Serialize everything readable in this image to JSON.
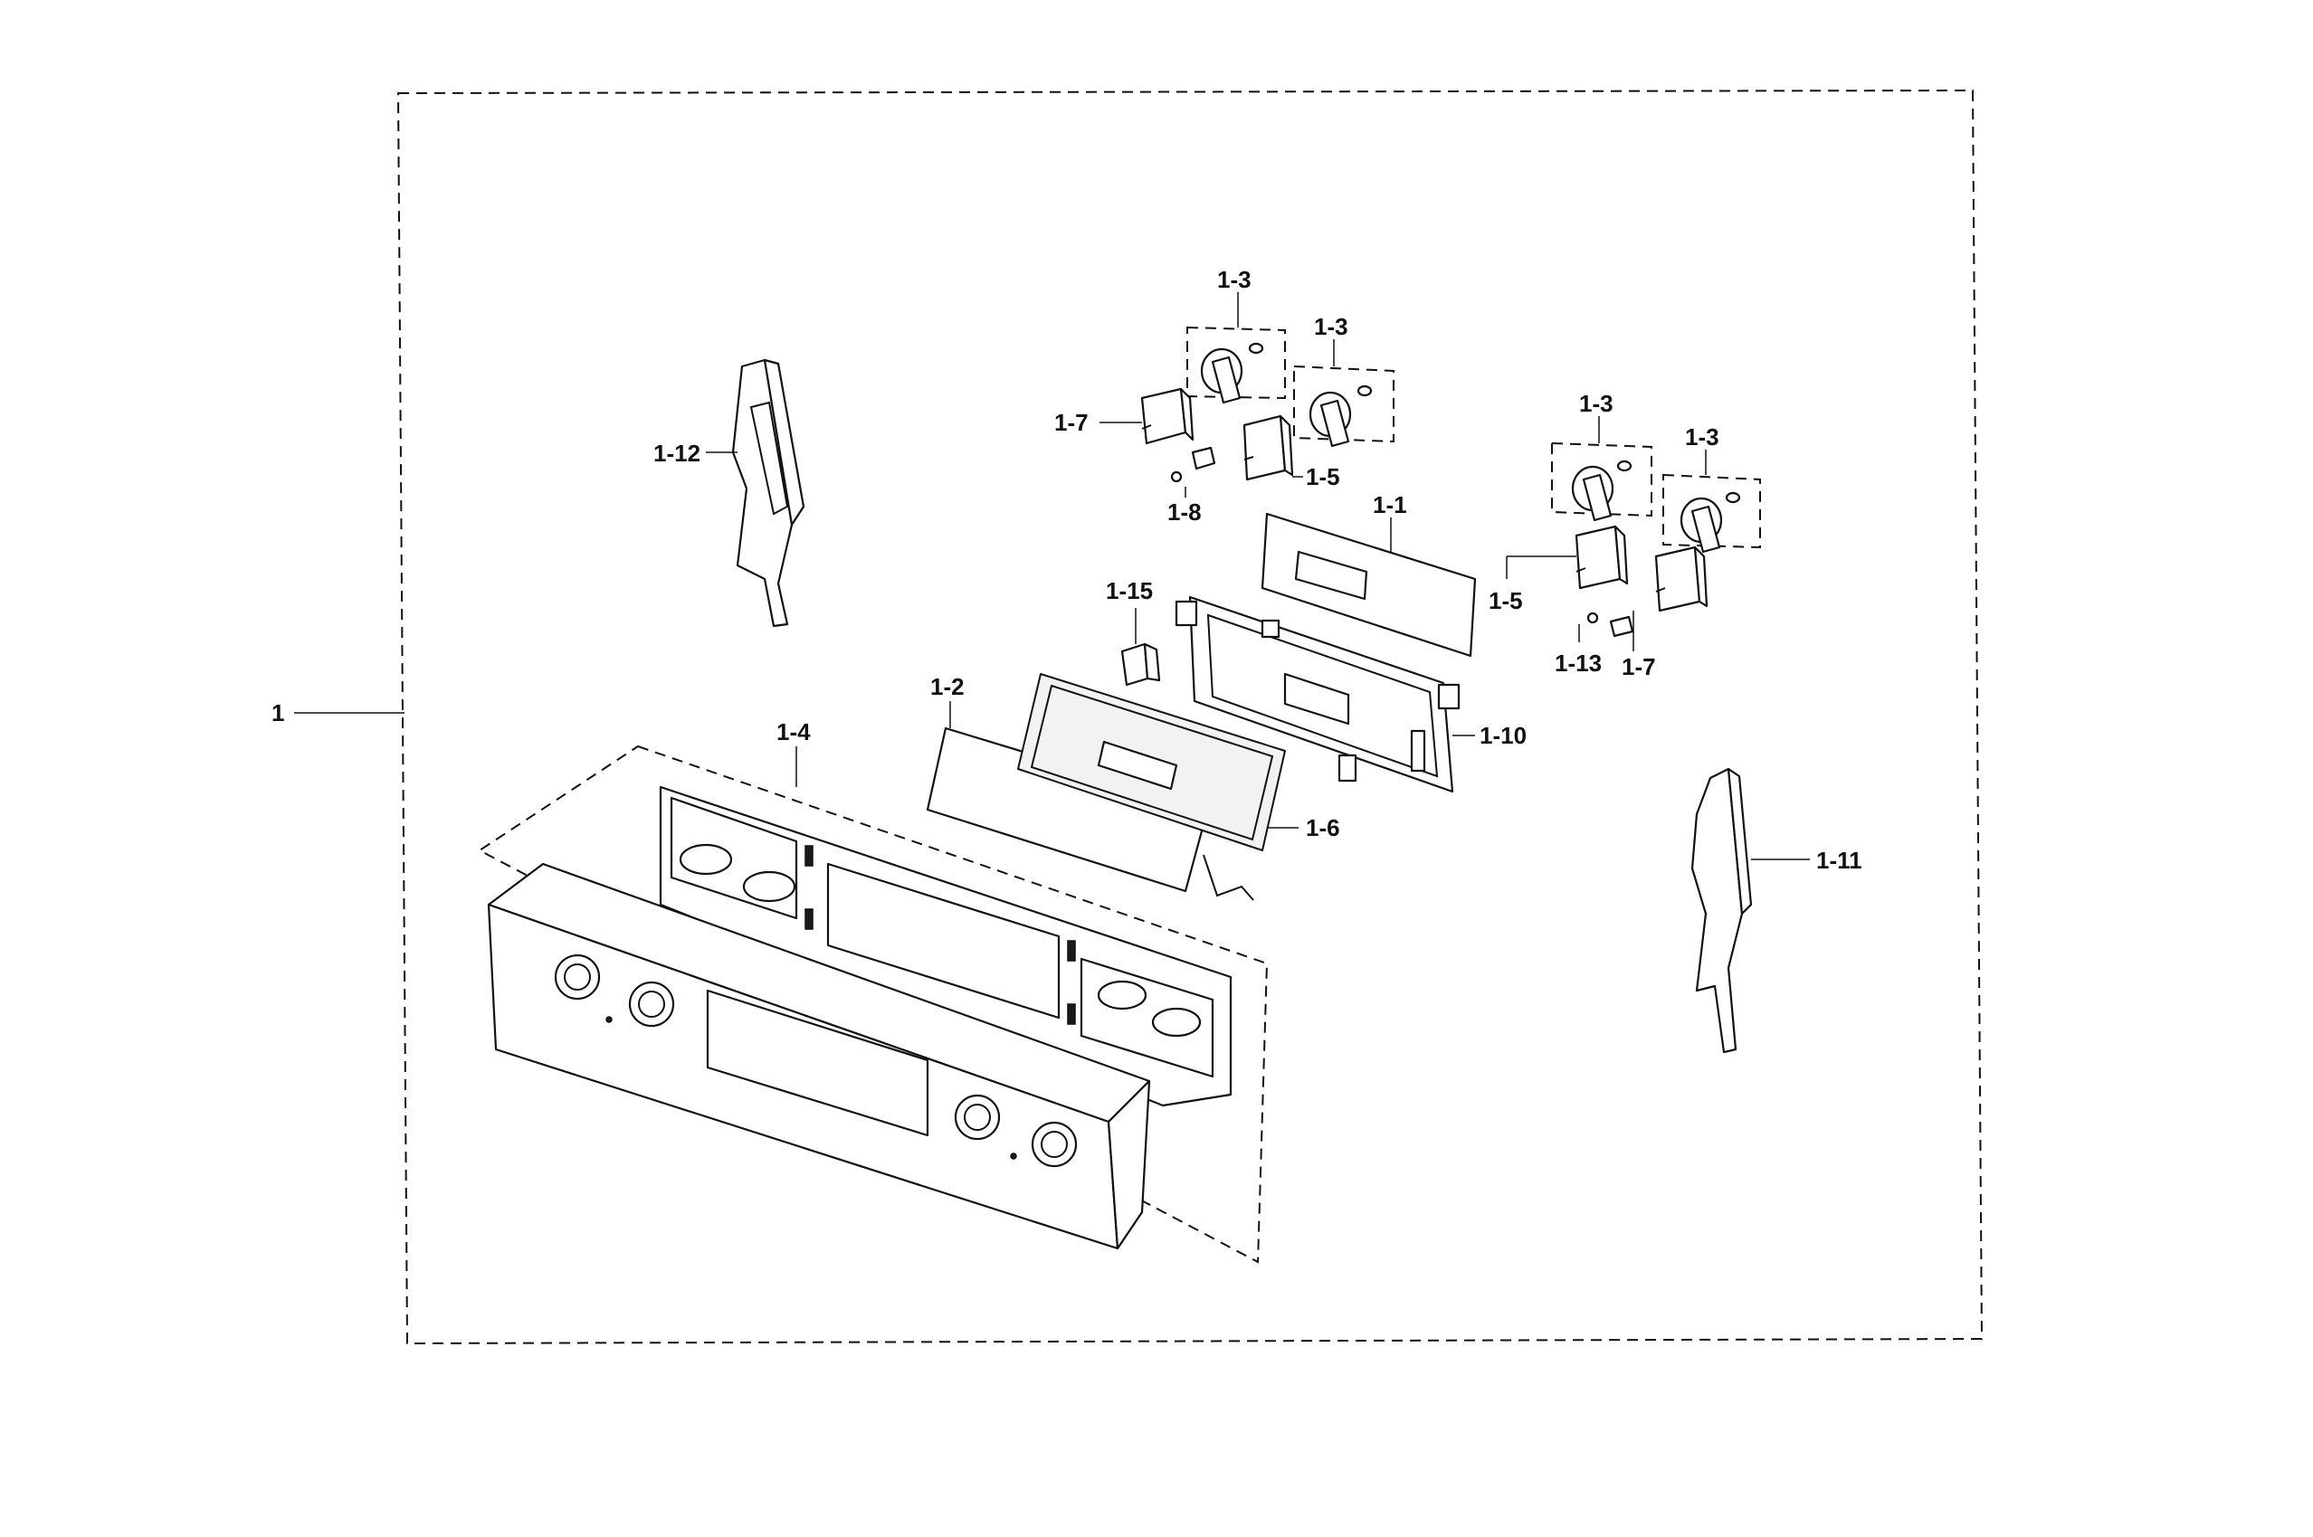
{
  "diagram": {
    "callouts": {
      "c1": "1",
      "c1_1": "1-1",
      "c1_2": "1-2",
      "c1_3_a": "1-3",
      "c1_3_b": "1-3",
      "c1_3_c": "1-3",
      "c1_3_d": "1-3",
      "c1_4": "1-4",
      "c1_5_a": "1-5",
      "c1_5_b": "1-5",
      "c1_6": "1-6",
      "c1_7_a": "1-7",
      "c1_7_b": "1-7",
      "c1_8": "1-8",
      "c1_10": "1-10",
      "c1_11": "1-11",
      "c1_12": "1-12",
      "c1_13": "1-13",
      "c1_15": "1-15"
    }
  }
}
